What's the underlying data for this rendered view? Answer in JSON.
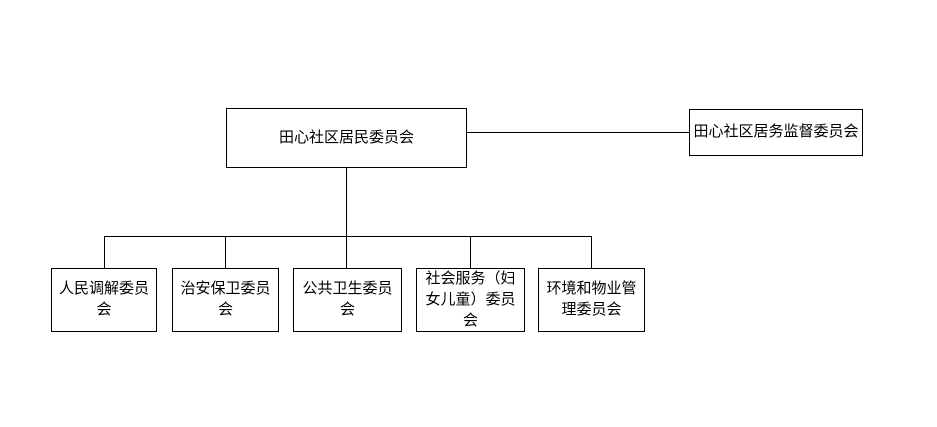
{
  "page": {
    "background_color": "#ffffff"
  },
  "diagram": {
    "type": "org-chart",
    "line_color": "#000000",
    "text_color": "#000000",
    "box_background": "#ffffff",
    "root": {
      "label": "田心社区居民委员会"
    },
    "supervisor": {
      "label": "田心社区居务监督委员会"
    },
    "children": [
      {
        "label": "人民调解委员会"
      },
      {
        "label": "治安保卫委员会"
      },
      {
        "label": "公共卫生委员会"
      },
      {
        "label": "社会服务（妇女儿童）委员会"
      },
      {
        "label": "环境和物业管理委员会"
      }
    ]
  }
}
